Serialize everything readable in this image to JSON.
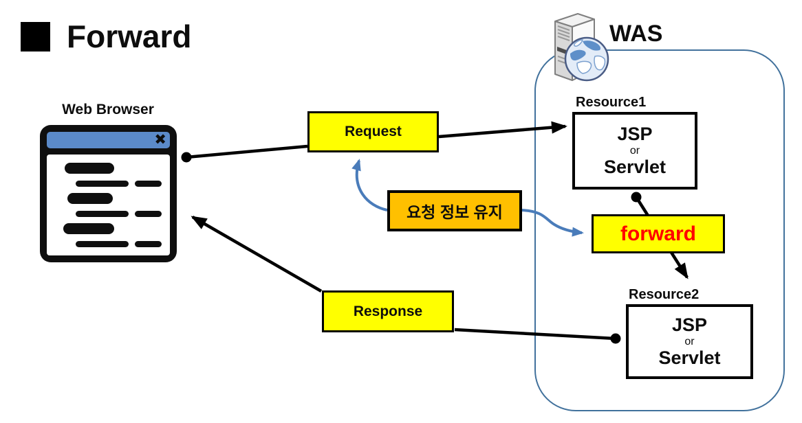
{
  "title": {
    "text": "Forward"
  },
  "browser": {
    "label": "Web Browser",
    "close_glyph": "✖"
  },
  "was": {
    "label": "WAS"
  },
  "boxes": {
    "request": "Request",
    "response": "Response",
    "forward": "forward",
    "keep_info": "요청 정보 유지"
  },
  "resource1": {
    "label": "Resource1",
    "lines": [
      "JSP",
      "or",
      "Servlet"
    ]
  },
  "resource2": {
    "label": "Resource2",
    "lines": [
      "JSP",
      "or",
      "Servlet"
    ]
  },
  "icons": {
    "close": "close-icon",
    "server": "server-icon",
    "globe": "globe-icon",
    "browser": "browser-window-icon"
  },
  "colors": {
    "highlight_yellow": "#FFFF00",
    "highlight_orange": "#FFC000",
    "forward_text_red": "#FF0000",
    "was_border_blue": "#41719C",
    "arrow_blue": "#4A7CBA",
    "titlebar_blue": "#5B8AC9",
    "line_black": "#000000"
  }
}
